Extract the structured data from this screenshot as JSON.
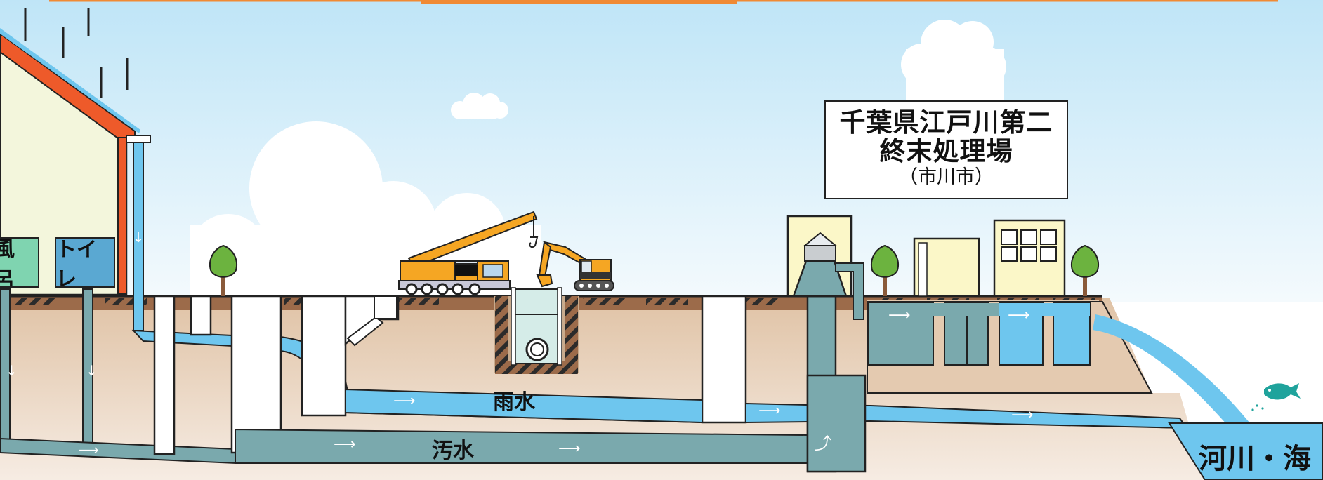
{
  "sign": {
    "line1": "千葉県江戸川第二",
    "line2": "終末処理場",
    "line3": "（市川市）"
  },
  "labels": {
    "stormwater": "雨水",
    "sewage": "汚水",
    "river_sea": "河川・海"
  },
  "rooms": {
    "bath": "風呂",
    "toilet": "トイレ"
  },
  "colors": {
    "sky_top": "#bfe5f7",
    "earth": "#e2c8ae",
    "rainwater_pipe": "#6ec6ee",
    "sewage_pipe": "#7aa9ad",
    "roof": "#ee5a2a",
    "crane": "#f5a623"
  }
}
